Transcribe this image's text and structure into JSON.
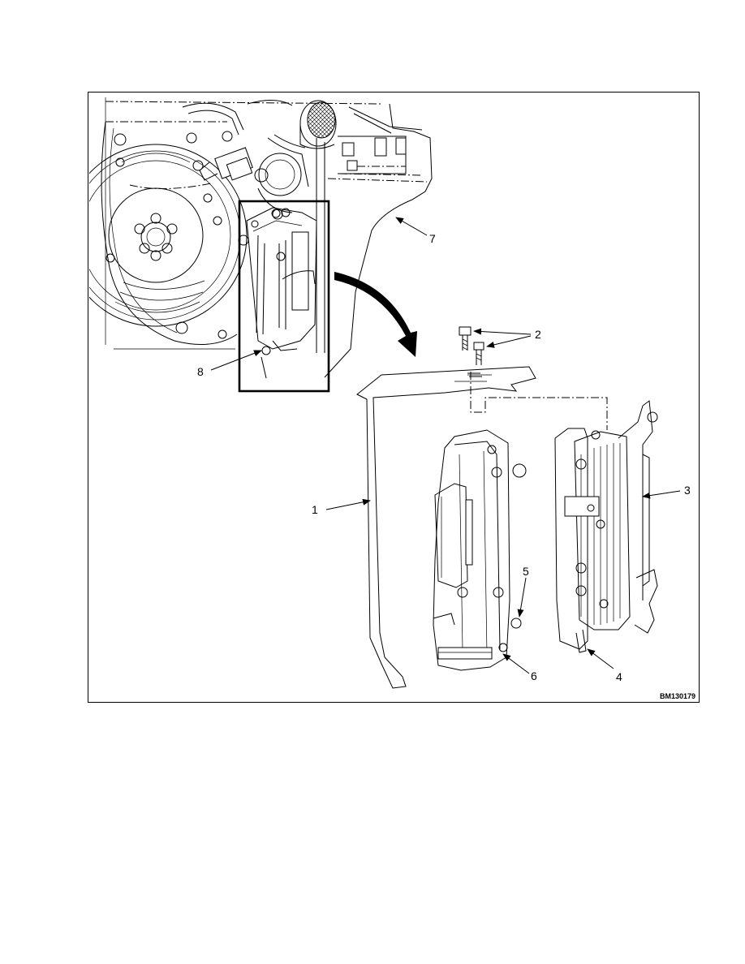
{
  "figure": {
    "figure_id": "BM130179",
    "callouts": [
      {
        "key": "c1",
        "label": "1"
      },
      {
        "key": "c2",
        "label": "2"
      },
      {
        "key": "c3",
        "label": "3"
      },
      {
        "key": "c4",
        "label": "4"
      },
      {
        "key": "c5",
        "label": "5"
      },
      {
        "key": "c6",
        "label": "6"
      },
      {
        "key": "c7",
        "label": "7"
      },
      {
        "key": "c8",
        "label": "8"
      }
    ]
  }
}
